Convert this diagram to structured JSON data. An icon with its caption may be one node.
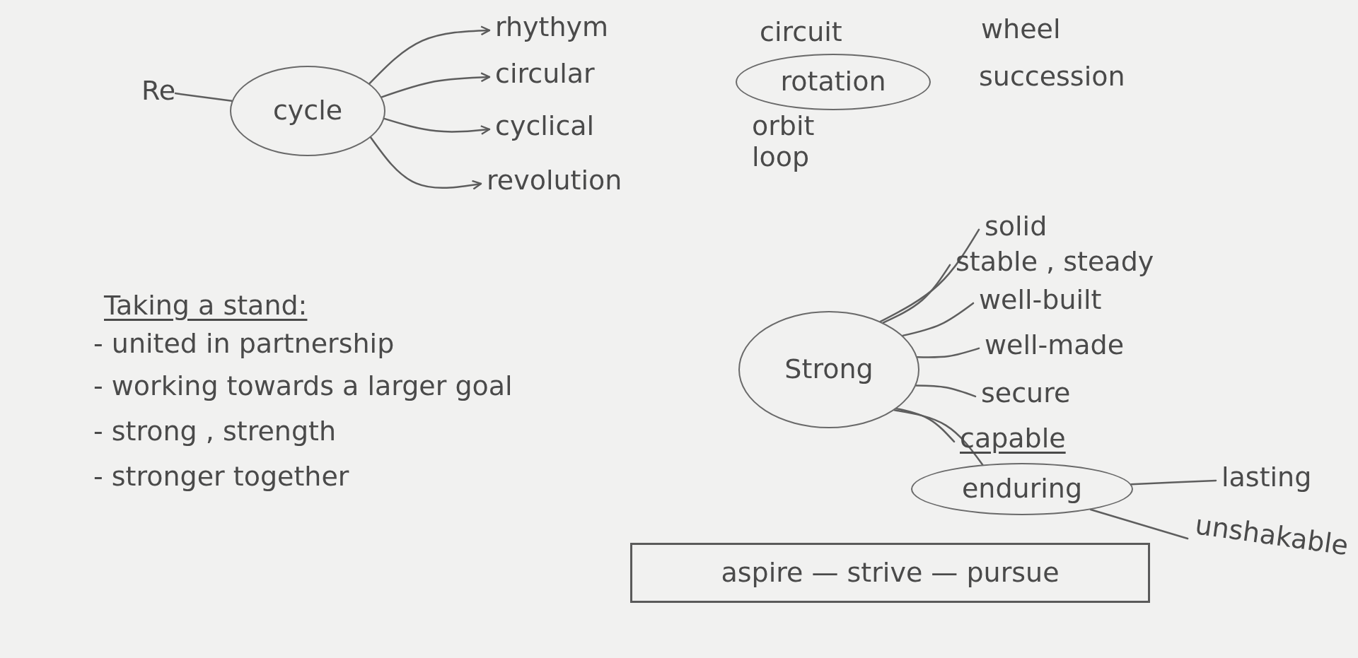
{
  "diagram": {
    "nodes": [
      {
        "text": [
          "Re"
        ]
      },
      {
        "text": [
          "cycle"
        ]
      },
      {
        "text": [
          "rhythym"
        ]
      },
      {
        "text": [
          "circular"
        ]
      },
      {
        "text": [
          "cyclical"
        ]
      },
      {
        "text": [
          "revolution"
        ]
      },
      {
        "text": [
          "rotation"
        ]
      },
      {
        "text": [
          "Strong"
        ]
      },
      {
        "text": [
          "solid"
        ]
      },
      {
        "text": [
          "stable , steady"
        ]
      },
      {
        "text": [
          "well-built"
        ]
      },
      {
        "text": [
          "well-made"
        ]
      },
      {
        "text": [
          "secure"
        ]
      },
      {
        "text": [
          "capable"
        ]
      },
      {
        "text": [
          "enduring"
        ]
      },
      {
        "text": [
          "lasting"
        ]
      },
      {
        "text": [
          "unshakable"
        ]
      },
      {
        "text": [
          "aspire — strive — pursue"
        ]
      }
    ],
    "edges": [
      {
        "from": 0,
        "to": 1,
        "arrow": "none"
      },
      {
        "from": 1,
        "to": 2,
        "arrow": "to"
      },
      {
        "from": 1,
        "to": 3,
        "arrow": "to"
      },
      {
        "from": 1,
        "to": 4,
        "arrow": "to"
      },
      {
        "from": 1,
        "to": 5,
        "arrow": "to"
      },
      {
        "from": 7,
        "to": 8,
        "arrow": "none"
      },
      {
        "from": 7,
        "to": 9,
        "arrow": "none"
      },
      {
        "from": 7,
        "to": 10,
        "arrow": "none"
      },
      {
        "from": 7,
        "to": 11,
        "arrow": "none"
      },
      {
        "from": 7,
        "to": 12,
        "arrow": "none"
      },
      {
        "from": 7,
        "to": 13,
        "arrow": "none"
      },
      {
        "from": 7,
        "to": 14,
        "arrow": "none"
      },
      {
        "from": 14,
        "to": 15,
        "arrow": "none"
      },
      {
        "from": 14,
        "to": 16,
        "arrow": "none"
      }
    ],
    "labels": [
      "circuit",
      "wheel",
      "succession",
      "orbit",
      "loop",
      "Taking a stand:",
      "- united in partnership",
      "- working towards a larger goal",
      "- strong , strength",
      "- stronger together"
    ]
  }
}
